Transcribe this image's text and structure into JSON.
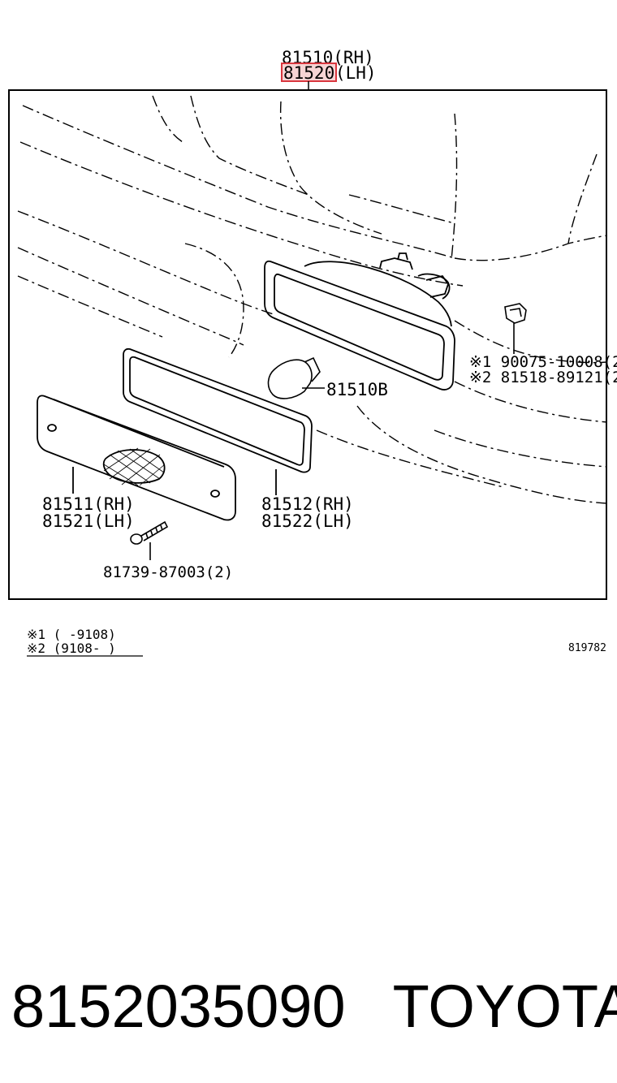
{
  "diagram": {
    "assembly_rh": "81510(RH)",
    "assembly_lh_number": "81520",
    "assembly_lh_side": "(LH)",
    "bulb": "81510B",
    "lens_rh": "81511(RH)",
    "lens_lh": "81521(LH)",
    "gasket_rh": "81512(RH)",
    "gasket_lh": "81522(LH)",
    "screw": "81739-87003(2)",
    "clip_1": "※1 90075-10008(2",
    "clip_2": "※2 81518-89121(2",
    "note_1": "※1 (      -9108)",
    "note_2": "※2 (9108-      )",
    "ref_code": "819782",
    "highlight_color": "#d9363e"
  },
  "footer": {
    "part_number": "8152035090",
    "brand": "TOYOTA"
  }
}
